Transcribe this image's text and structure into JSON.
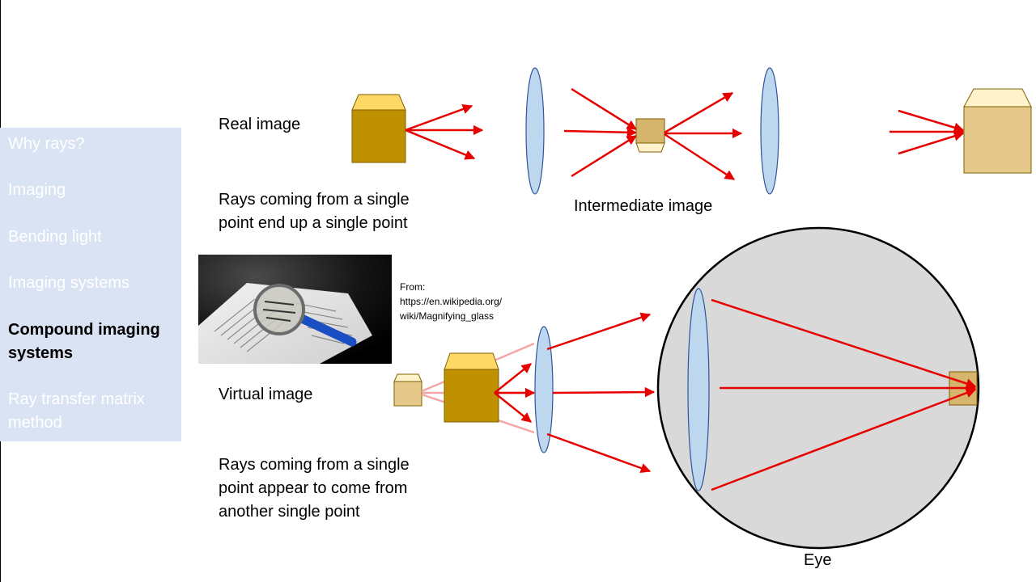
{
  "sidebar": {
    "items": [
      {
        "label": "Why rays?"
      },
      {
        "label": "Imaging"
      },
      {
        "label": "Bending light"
      },
      {
        "label": "Imaging systems"
      },
      {
        "label": "Compound imaging systems",
        "active": true
      },
      {
        "label": "Ray transfer matrix method"
      }
    ]
  },
  "real": {
    "title": "Real image",
    "desc_line1": "Rays coming from a single",
    "desc_line2": "point end up a single point",
    "intermediate_label": "Intermediate image"
  },
  "virtual": {
    "title": "Virtual image",
    "desc_line1": "Rays coming from a single",
    "desc_line2": "point appear to come from",
    "desc_line3": "another single point"
  },
  "source": {
    "line1": "From:",
    "line2": "https://en.wikipedia.org/",
    "line3": "wiki/Magnifying_glass"
  },
  "eye": {
    "label": "Eye"
  },
  "colors": {
    "sidebar_bg": "#dae3f3",
    "ray": "#e60000",
    "lens": "#bdd7ee",
    "object_dark": "#bf9000",
    "object_light": "#e6c98a"
  }
}
